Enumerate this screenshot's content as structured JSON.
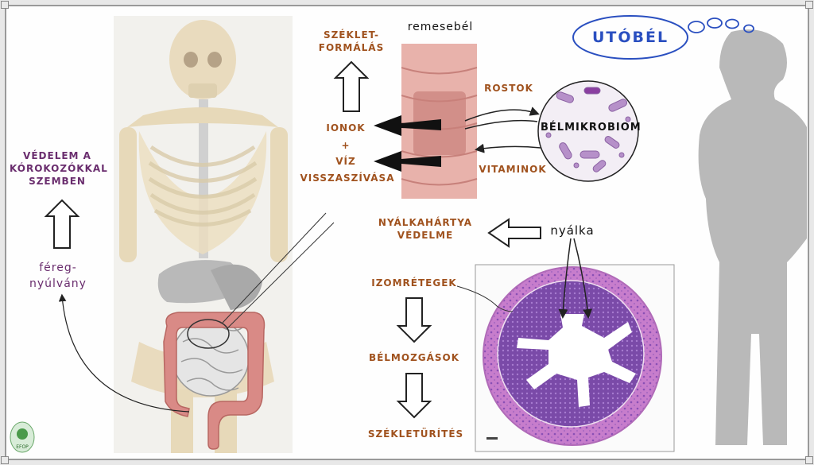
{
  "title": "UTÓBÉL",
  "top_label": "remesebél",
  "left": {
    "defense": [
      "VÉDELEM A",
      "KÓROKOZÓKKAL",
      "SZEMBEN"
    ],
    "appendix": [
      "féreg-",
      "nyúlvány"
    ]
  },
  "colon": {
    "feces_forming": [
      "SZÉKLET-",
      "FORMÁLÁS"
    ],
    "ions": "IONOK",
    "plus": "+",
    "water": "VÍZ",
    "reabsorption": "VISSZASZÍVÁSA",
    "fibers": "ROSTOK",
    "vitamins": "VITAMINOK",
    "microbiome": "BÉLMIKROBIOM"
  },
  "mucosa": {
    "protection": [
      "NYÁLKAHÁRTYA",
      "VÉDELME"
    ],
    "mucus": "nyálka"
  },
  "motility": {
    "muscle_layers": "IZOMRÉTEGEK",
    "movements": "BÉLMOZGÁSOK",
    "defecation": "SZÉKLETÜRÍTÉS"
  },
  "logo_text": "EFOP",
  "colors": {
    "label_brown": "#a0521e",
    "label_purple": "#6a2d6e",
    "title_blue": "#2a4fc0",
    "colon_pink": "#d98a86",
    "silhouette_gray": "#b9b9b9",
    "tissue_pink": "#d79ad8",
    "tissue_purple": "#8a4fb5"
  },
  "icons": [
    "skeleton-figure",
    "thought-bubble",
    "microscope-section",
    "bacteria"
  ]
}
